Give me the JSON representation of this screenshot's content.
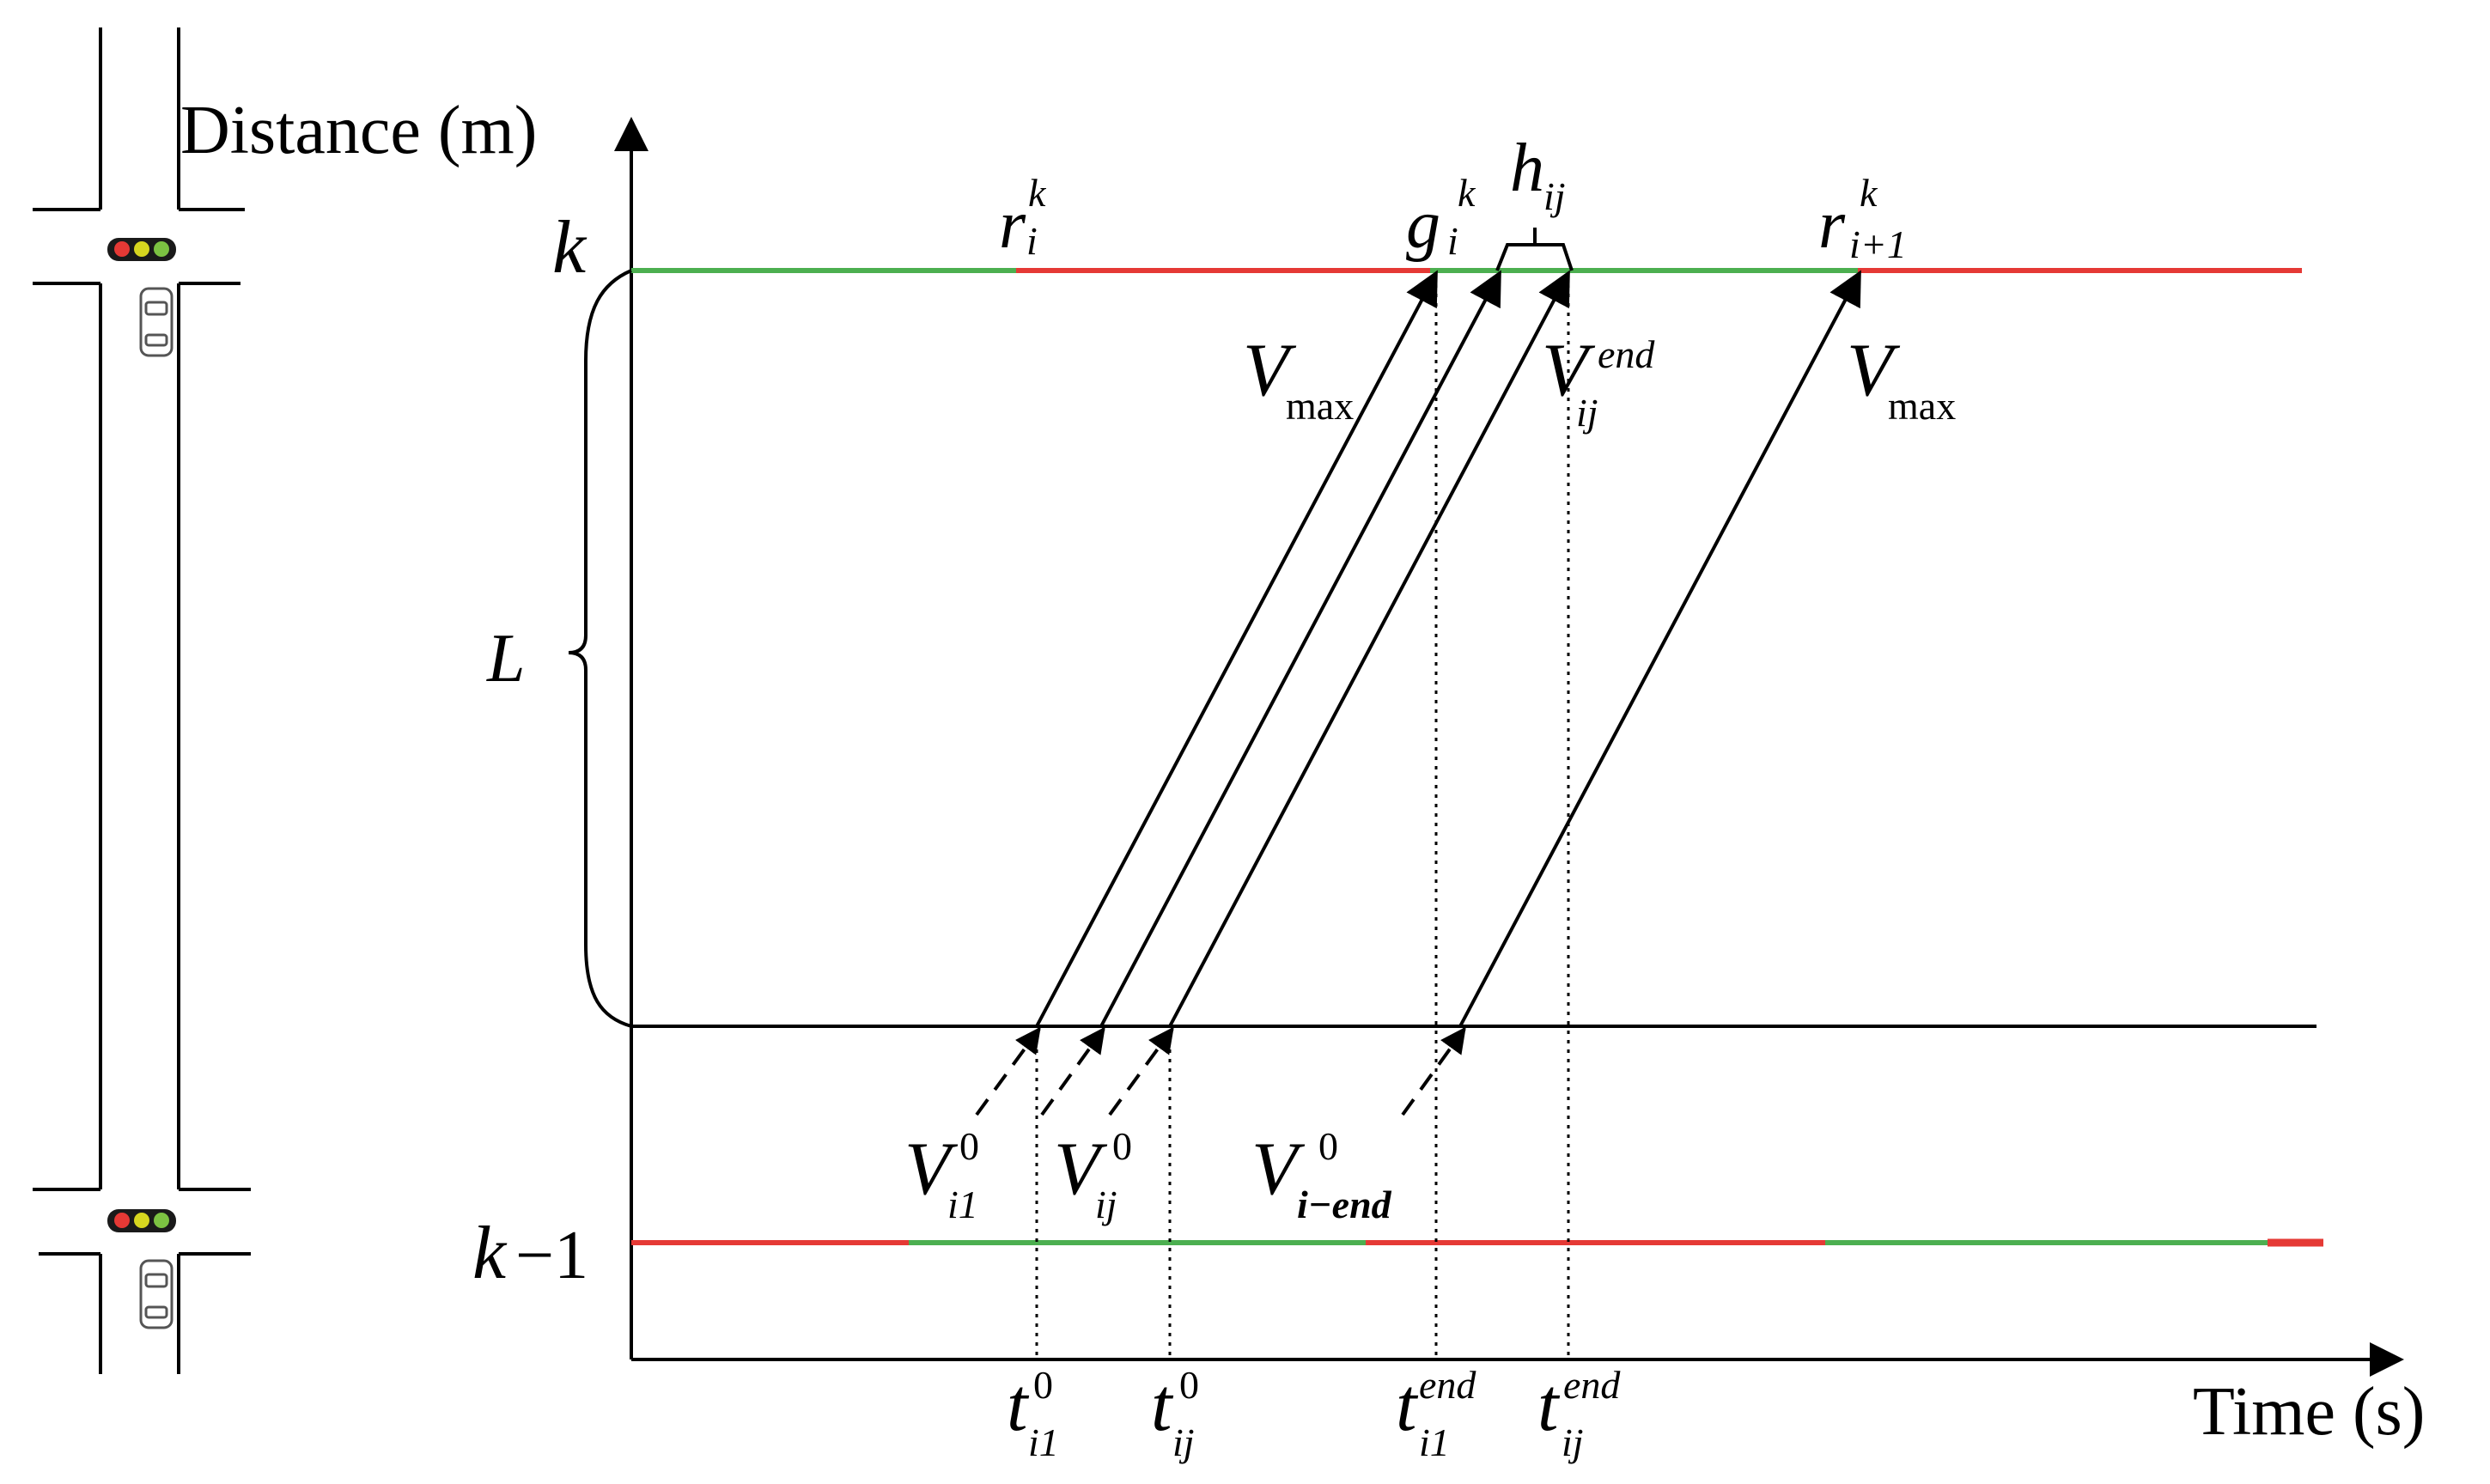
{
  "axes": {
    "y_label": "Distance (m)",
    "x_label": "Time (s)"
  },
  "levels": {
    "upper": "k",
    "lower": {
      "k": "k",
      "minus": "−1"
    },
    "length": "L"
  },
  "signal_labels": {
    "r_i_k": {
      "base": "r",
      "sub": "i",
      "sup": "k"
    },
    "g_i_k": {
      "base": "g",
      "sub": "i",
      "sup": "k"
    },
    "h_ij": {
      "base": "h",
      "sub": "ij"
    },
    "r_i1_k": {
      "base": "r",
      "sub": "i+1",
      "sup": "k"
    }
  },
  "speed_labels": {
    "vmax_1": {
      "base": "V",
      "sub": "max"
    },
    "vend_ij": {
      "base": "V",
      "sub": "ij",
      "sup": "end"
    },
    "vmax_2": {
      "base": "V",
      "sub": "max"
    },
    "v0_i1": {
      "base": "V",
      "sub": "i1",
      "sup": "0"
    },
    "v0_ij": {
      "base": "V",
      "sub": "ij",
      "sup": "0"
    },
    "v0_iend": {
      "base": "V",
      "sub": "i−end",
      "sup": "0"
    }
  },
  "time_labels": {
    "t0_i1": {
      "base": "t",
      "sub": "i1",
      "sup": "0"
    },
    "t0_ij": {
      "base": "t",
      "sub": "ij",
      "sup": "0"
    },
    "tend_i1": {
      "base": "t",
      "sub": "i1",
      "sup": "end"
    },
    "tend_ij": {
      "base": "t",
      "sub": "ij",
      "sup": "end"
    }
  },
  "colors": {
    "green": "#4caf50",
    "red": "#e53935",
    "line": "#000000",
    "light_red": "#e53935",
    "light_yellow": "#d6d61f",
    "light_green": "#7cc242"
  }
}
